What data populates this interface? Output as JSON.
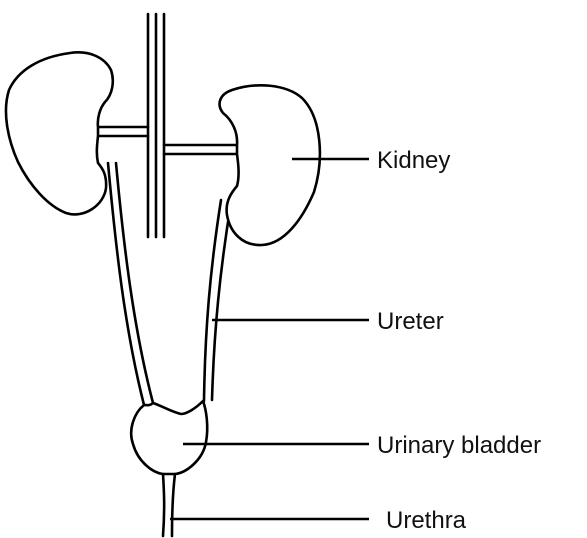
{
  "labels": {
    "kidney": "Kidney",
    "ureter": "Ureter",
    "bladder": "Urinary bladder",
    "urethra": "Urethra"
  },
  "colors": {
    "stroke": "#000000",
    "background": "#ffffff",
    "text": "#111111"
  }
}
